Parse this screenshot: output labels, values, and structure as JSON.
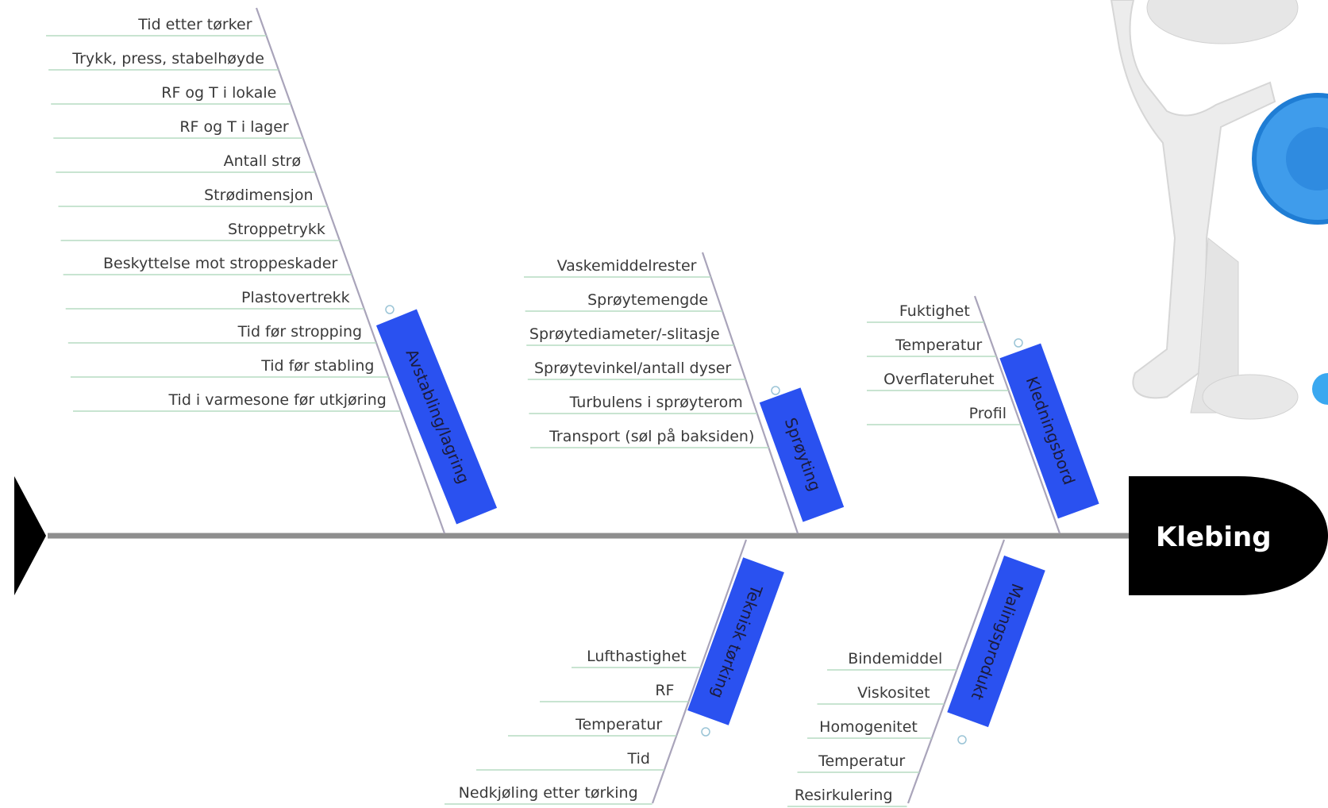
{
  "title": "",
  "effect": "Klebing",
  "colors": {
    "category_fill": "#2a51f0",
    "spine": "#8e8e8e",
    "head": "#000000",
    "bone": "#a9a4ba",
    "underline": "#b6dcc2"
  },
  "categories": [
    {
      "id": "avstabling",
      "label": "Avstabling/lagring",
      "causes": [
        "Tid etter tørker",
        "Trykk, press, stabelhøyde",
        "RF og T i lokale",
        "RF og T i lager",
        "Antall strø",
        "Strødimensjon",
        "Stroppetrykk",
        "Beskyttelse mot stroppeskader",
        "Plastovertrekk",
        "Tid før stropping",
        "Tid før stabling",
        "Tid i varmesone før utkjøring"
      ]
    },
    {
      "id": "sproyting",
      "label": "Sprøyting",
      "causes": [
        "Vaskemiddelrester",
        "Sprøytemengde",
        "Sprøytediameter/-slitasje",
        "Sprøytevinkel/antall dyser",
        "Turbulens i sprøyterom",
        "Transport (søl på baksiden)"
      ]
    },
    {
      "id": "kledningsbord",
      "label": "Kledningsbord",
      "causes": [
        "Fuktighet",
        "Temperatur",
        "Overflateruhet",
        "Profil"
      ]
    },
    {
      "id": "teknisk-torking",
      "label": "Teknisk tørking",
      "causes": [
        "Lufthastighet",
        "RF",
        "Temperatur",
        "Tid",
        "Nedkjøling etter tørking"
      ]
    },
    {
      "id": "malingsprodukt",
      "label": "Malingsprodukt",
      "causes": [
        "Bindemiddel",
        "Viskositet",
        "Homogenitet",
        "Temperatur",
        "Resirkulering"
      ]
    }
  ]
}
